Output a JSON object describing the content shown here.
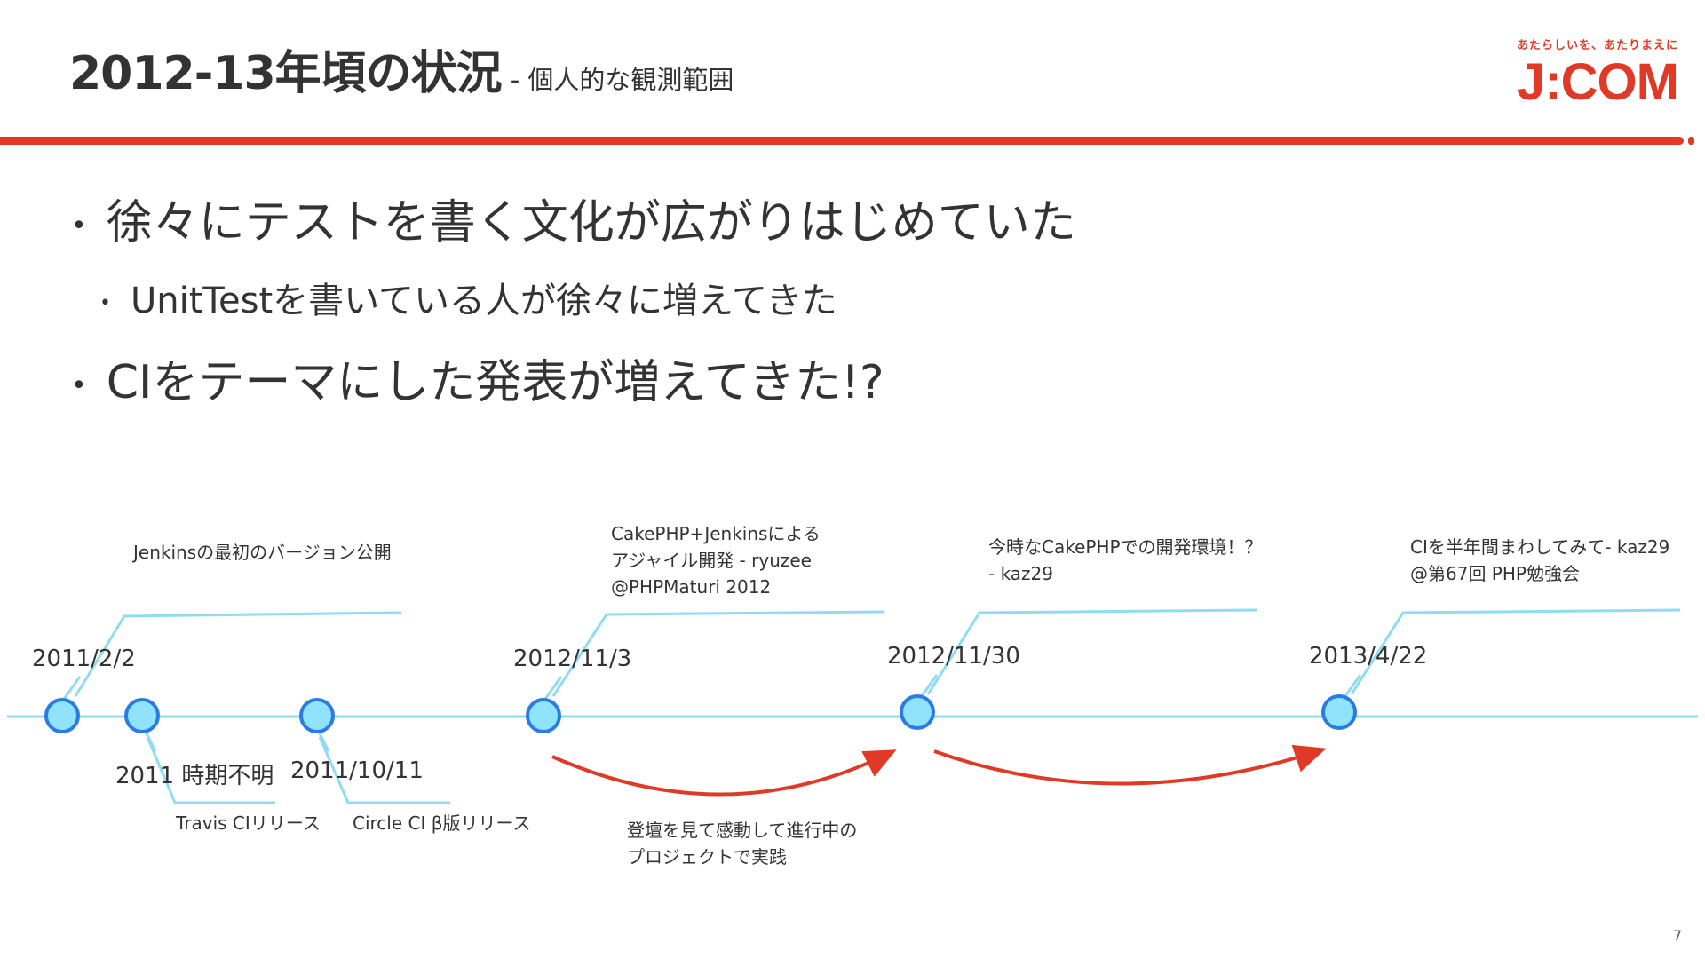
{
  "header": {
    "title": "2012-13年頃の状況",
    "subtitle": "- 個人的な観測範囲",
    "logo_tagline": "あたらしいを、あたりまえに",
    "logo_brand": "J:COM"
  },
  "bullets": [
    {
      "text": "徐々にテストを書く文化が広がりはじめていた"
    },
    {
      "text": "UnitTestを書いている人が徐々に増えてきた"
    },
    {
      "text": "CIをテーマにした発表が増えてきた!?"
    }
  ],
  "timeline": {
    "events": [
      {
        "date": "2011/2/2",
        "label": "Jenkinsの最初のバージョン公開"
      },
      {
        "date": "2011 時期不明",
        "label": "Travis CIリリース"
      },
      {
        "date": "2011/10/11",
        "label": "Circle CI β版リリース"
      },
      {
        "date": "2012/11/3",
        "label_lines": [
          "CakePHP+Jenkinsによる",
          "アジャイル開発 - ryuzee",
          "@PHPMaturi 2012"
        ]
      },
      {
        "date": "2012/11/30",
        "label_lines": [
          "今時なCakePHPでの開発環境！？",
          "- kaz29"
        ]
      },
      {
        "date": "2013/4/22",
        "label_lines": [
          "CIを半年間まわしてみて- kaz29",
          "@第67回 PHP勉強会"
        ]
      }
    ],
    "note_lines": [
      "登壇を見て感動して進行中の",
      "プロジェクトで実践"
    ]
  },
  "colors": {
    "accent": "#e03a27",
    "timeline_line": "#8fdcf2",
    "node_fill": "#8fe3fb",
    "node_stroke": "#2a7be4",
    "text": "#333333"
  },
  "page_number": "7"
}
